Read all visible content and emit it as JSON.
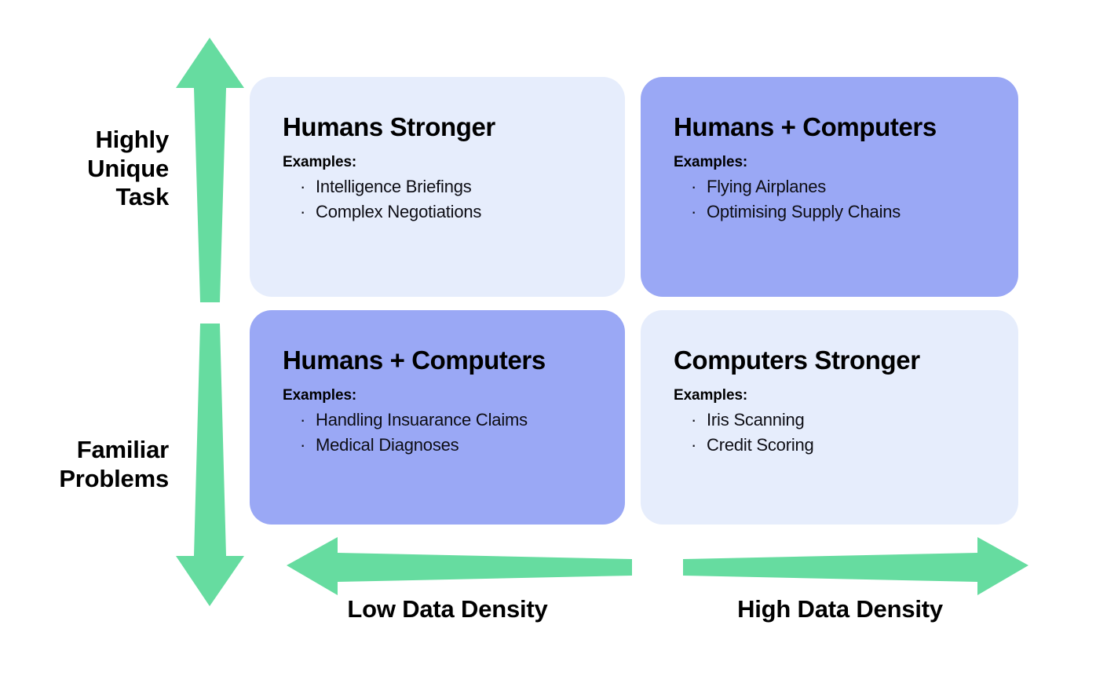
{
  "diagram": {
    "type": "2x2-matrix",
    "background_color": "#ffffff",
    "accent_arrow_color": "#66DCA0",
    "card_light_color": "#E6EDFC",
    "card_strong_color": "#9AA8F5",
    "axes": {
      "y": {
        "top_label": "Highly\nUnique\nTask",
        "top_label_lines": [
          "Highly",
          "Unique",
          "Task"
        ],
        "bottom_label_lines": [
          "Familiar",
          "Problems"
        ],
        "arrow_icon": "double-arrow-vertical-icon"
      },
      "x": {
        "left_label": "Low Data Density",
        "right_label": "High Data Density",
        "arrow_icon": "double-arrow-horizontal-icon"
      }
    },
    "quadrants": [
      {
        "position": "top-left",
        "title": "Humans Stronger",
        "examples_label": "Examples:",
        "examples": [
          "Intelligence Briefings",
          "Complex Negotiations"
        ],
        "fill": "#E6EDFC",
        "bullet": "·"
      },
      {
        "position": "top-right",
        "title": "Humans + Computers",
        "examples_label": "Examples:",
        "examples": [
          "Flying Airplanes",
          "Optimising  Supply Chains"
        ],
        "fill": "#9AA8F5",
        "bullet": "·"
      },
      {
        "position": "bottom-left",
        "title": "Humans + Computers",
        "examples_label": "Examples:",
        "examples": [
          "Handling Insuarance Claims",
          "Medical Diagnoses"
        ],
        "fill": "#9AA8F5",
        "bullet": "·"
      },
      {
        "position": "bottom-right",
        "title": "Computers Stronger",
        "examples_label": "Examples:",
        "examples": [
          "Iris Scanning",
          "Credit Scoring"
        ],
        "fill": "#E6EDFC",
        "bullet": "·"
      }
    ]
  }
}
